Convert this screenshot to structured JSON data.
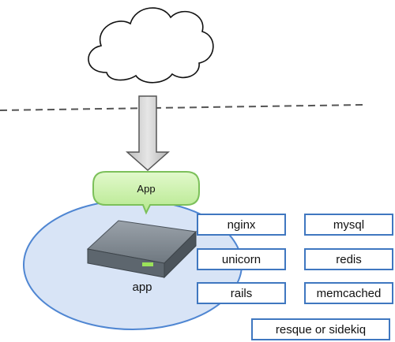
{
  "callout": {
    "label": "App"
  },
  "server": {
    "label": "app"
  },
  "services": {
    "nginx": "nginx",
    "mysql": "mysql",
    "unicorn": "unicorn",
    "redis": "redis",
    "rails": "rails",
    "memcached": "memcached",
    "resque": "resque or sidekiq"
  },
  "colors": {
    "ellipse_fill": "#d8e4f6",
    "ellipse_stroke": "#4f86d2",
    "callout_fill": "#c8f0a8",
    "callout_stroke": "#7cc05a",
    "box_stroke": "#3f77c0",
    "arrow_fill": "#cfcfcf",
    "server_body": "#6d7780"
  }
}
